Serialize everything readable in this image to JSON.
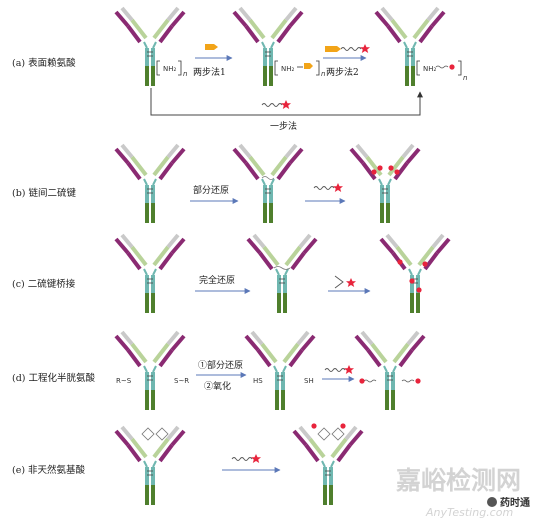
{
  "rows": [
    {
      "label": "(a) 表面赖氨酸",
      "steps": [
        "两步法1",
        "两步法2",
        "一步法"
      ]
    },
    {
      "label": "(b) 链间二硫键",
      "steps": [
        "部分还原"
      ]
    },
    {
      "label": "(c) 二硫键桥接",
      "steps": [
        "完全还原"
      ]
    },
    {
      "label": "(d) 工程化半胱氨酸",
      "steps": [
        "①部分还原",
        "②氧化"
      ]
    },
    {
      "label": "(e) 非天然氨基酸",
      "steps": []
    }
  ],
  "chem": {
    "nh2": "NH₂",
    "n": "n",
    "sh": "SH",
    "hs": "HS",
    "rs": "R~S",
    "sr": "S~R"
  },
  "watermark": {
    "cn": "嘉峪检测网",
    "url": "AnyTesting.com",
    "badge": "药时通"
  },
  "colors": {
    "heavy_arm": "#8a2a72",
    "light_arm_outer": "#c9c9c9",
    "light_chain": "#b9d39a",
    "hinge_teal": "#6fb7b0",
    "fc_green": "#4f7f2d",
    "arrow": "#5b78b8",
    "payload": "#e8243c",
    "linker_orange": "#f2a418"
  }
}
